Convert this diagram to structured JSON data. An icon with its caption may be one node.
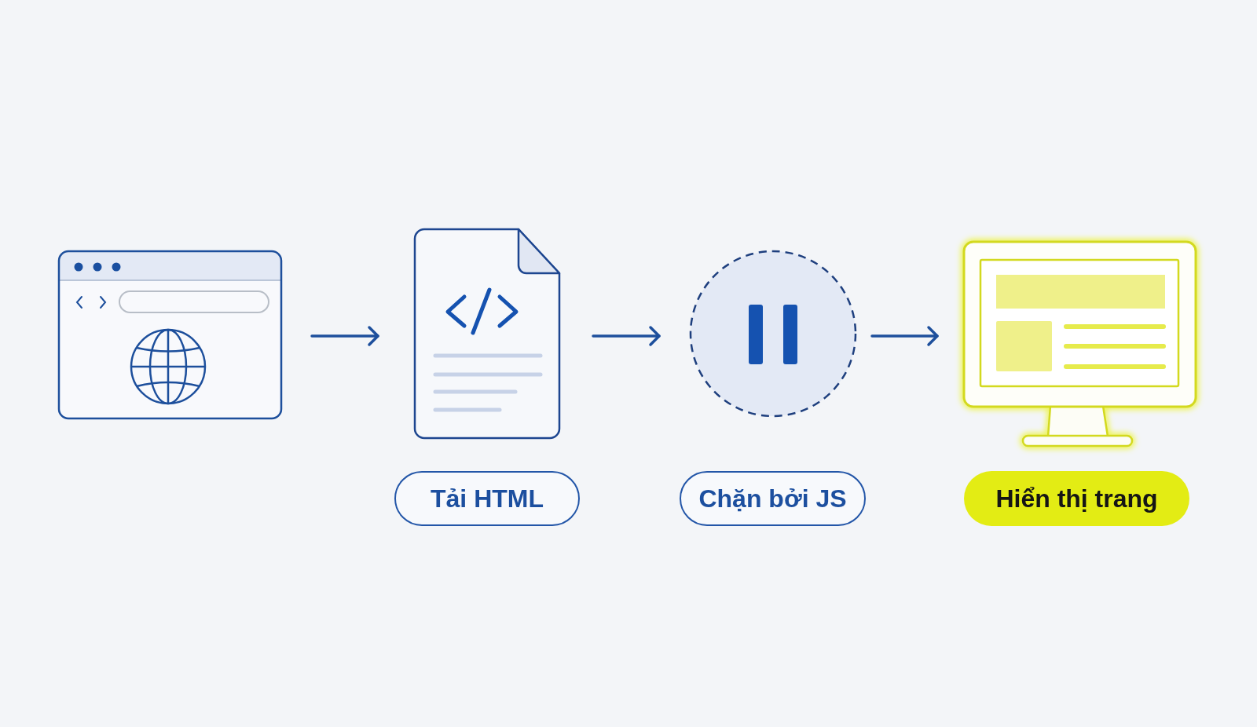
{
  "diagram": {
    "nodes": [
      {
        "text": [],
        "shape": "picture"
      },
      {
        "text": [],
        "shape": "picture"
      },
      {
        "text": [],
        "shape": "circle"
      },
      {
        "text": [],
        "shape": "picture"
      },
      {
        "text": [
          "Tải HTML"
        ]
      },
      {
        "text": [
          "Chặn bởi JS"
        ]
      },
      {
        "text": [
          "Hiển thị trang"
        ]
      }
    ],
    "edges": [
      {
        "from": 0,
        "to": 1,
        "arrow": "to"
      },
      {
        "from": 1,
        "to": 2,
        "arrow": "to"
      },
      {
        "from": 2,
        "to": 3,
        "arrow": "to"
      }
    ]
  }
}
